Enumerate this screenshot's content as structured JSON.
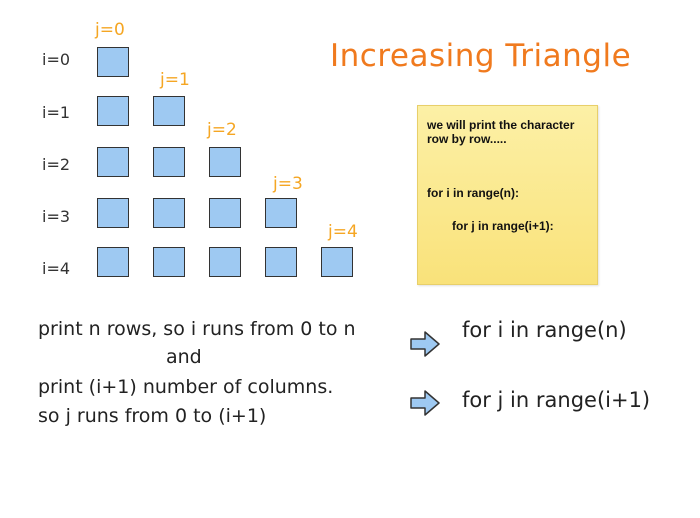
{
  "title": "Increasing Triangle",
  "rows": [
    {
      "i_label": "i=0",
      "j_label": "j=0",
      "cells": 1
    },
    {
      "i_label": "i=1",
      "j_label": "j=1",
      "cells": 2
    },
    {
      "i_label": "i=2",
      "j_label": "j=2",
      "cells": 3
    },
    {
      "i_label": "i=3",
      "j_label": "j=3",
      "cells": 4
    },
    {
      "i_label": "i=4",
      "j_label": "j=4",
      "cells": 5
    }
  ],
  "note": {
    "line1": "we will print the character row by row.....",
    "line2": "for i in range(n):",
    "line3": "for j in range(i+1):"
  },
  "explanation": {
    "line1": "print n rows, so i runs from 0 to n",
    "line2": "and",
    "line3": "print (i+1) number of columns.",
    "line4": "so j runs from 0 to (i+1)"
  },
  "code": {
    "line1": "for i in range(n)",
    "line2": "for j in range(i+1)"
  },
  "colors": {
    "title": "#f07a1e",
    "j_label": "#f5a623",
    "cell_fill": "#9ec9f2",
    "arrow_fill": "#9ec9f2",
    "note_bg": "#fbe98f"
  },
  "icons": {
    "arrow": "right-arrow-icon"
  }
}
